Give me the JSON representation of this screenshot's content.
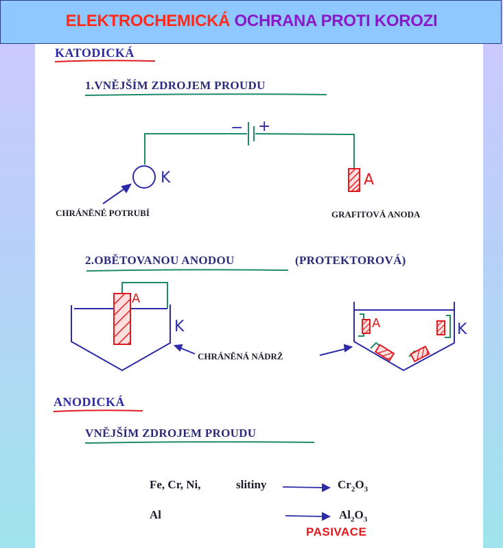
{
  "title": {
    "part1": "ELEKTROCHEMICKÁ",
    "part2": "OCHRANA PROTI KOROZI"
  },
  "cathodic": {
    "heading": "KATODICKÁ",
    "method1": {
      "heading": "1.VNĚJŠÍM ZDROJEM PROUDU",
      "minus": "−",
      "plus": "+",
      "cathode_letter": "K",
      "anode_letter": "A",
      "pipe_label": "CHRÁNĚNÉ POTRUBÍ",
      "anode_label": "GRAFITOVÁ ANODA"
    },
    "method2": {
      "heading": "2.OBĚTOVANOU ANODOU",
      "heading_note": "(PROTEKTOROVÁ)",
      "anode_letter_left": "A",
      "cathode_letter_left": "K",
      "anode_letter_right": "A",
      "cathode_letter_right": "K",
      "tank_label": "CHRÁNĚNÁ NÁDRŽ"
    }
  },
  "anodic": {
    "heading": "ANODICKÁ",
    "method": {
      "heading": "VNĚJŠÍM ZDROJEM PROUDU"
    },
    "row1": {
      "left": "Fe, Cr, Ni,",
      "middle": "slitiny",
      "product": "Cr",
      "product_sub1": "2",
      "product_mid": "O",
      "product_sub2": "3"
    },
    "row2": {
      "left": "Al",
      "product": "Al",
      "product_sub1": "2",
      "product_mid": "O",
      "product_sub2": "3"
    },
    "result": "PASIVACE"
  },
  "colors": {
    "blue_ink": "#2c2aa6",
    "red_ink": "#e01b20",
    "green_ink": "#1e8a6a",
    "title_red": "#ff2a1a",
    "title_purple": "#8a18c8"
  }
}
